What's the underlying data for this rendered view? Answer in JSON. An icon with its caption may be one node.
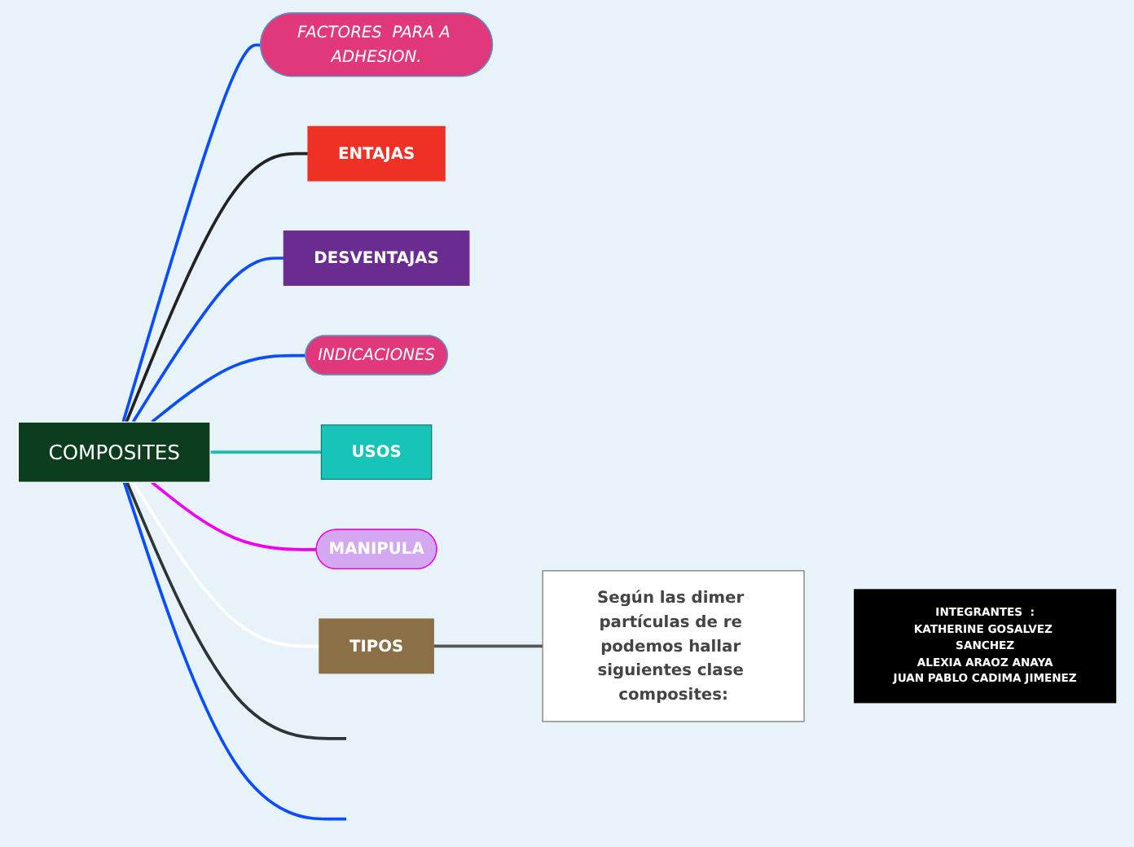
{
  "diagram": {
    "nodes": [
      {
        "text": [
          "COMPOSITES"
        ]
      },
      {
        "text": [
          "FACTORES  PARA A ADHESION."
        ]
      },
      {
        "text": [
          "ENTAJAS"
        ]
      },
      {
        "text": [
          "DESVENTAJAS"
        ]
      },
      {
        "text": [
          "INDICACIONES"
        ]
      },
      {
        "text": [
          "USOS"
        ]
      },
      {
        "text": [
          "MANIPULA"
        ]
      },
      {
        "text": [
          "TIPOS"
        ]
      },
      {
        "text": [
          "Según las dimer partículas de re podemos hallar siguientes clase composites:"
        ]
      },
      {
        "text": [
          "INTEGRANTES  :",
          "KATHERINE GOSALVEZ SANCHEZ",
          "ALEXIA ARAOZ ANAYA",
          "JUAN PABLO CADIMA JIMENEZ"
        ]
      }
    ],
    "edges": [
      {
        "from": 0,
        "to": 1,
        "arrow": "none",
        "color": "#0a4dff"
      },
      {
        "from": 0,
        "to": 2,
        "arrow": "none",
        "color": "#222222"
      },
      {
        "from": 0,
        "to": 3,
        "arrow": "none",
        "color": "#0a4dff"
      },
      {
        "from": 0,
        "to": 4,
        "arrow": "none",
        "color": "#0a4dff"
      },
      {
        "from": 0,
        "to": 5,
        "arrow": "none",
        "color": "#19bfb4"
      },
      {
        "from": 0,
        "to": 6,
        "arrow": "none",
        "color": "#ee00ee"
      },
      {
        "from": 0,
        "to": 7,
        "arrow": "none",
        "color": "#ffffff"
      },
      {
        "from": 7,
        "to": 8,
        "arrow": "none",
        "color": "#555555"
      },
      {
        "from": 0,
        "to": null,
        "arrow": "none",
        "color": "#0a4dff"
      },
      {
        "from": 0,
        "to": null,
        "arrow": "none",
        "color": "#2d3436"
      }
    ]
  }
}
